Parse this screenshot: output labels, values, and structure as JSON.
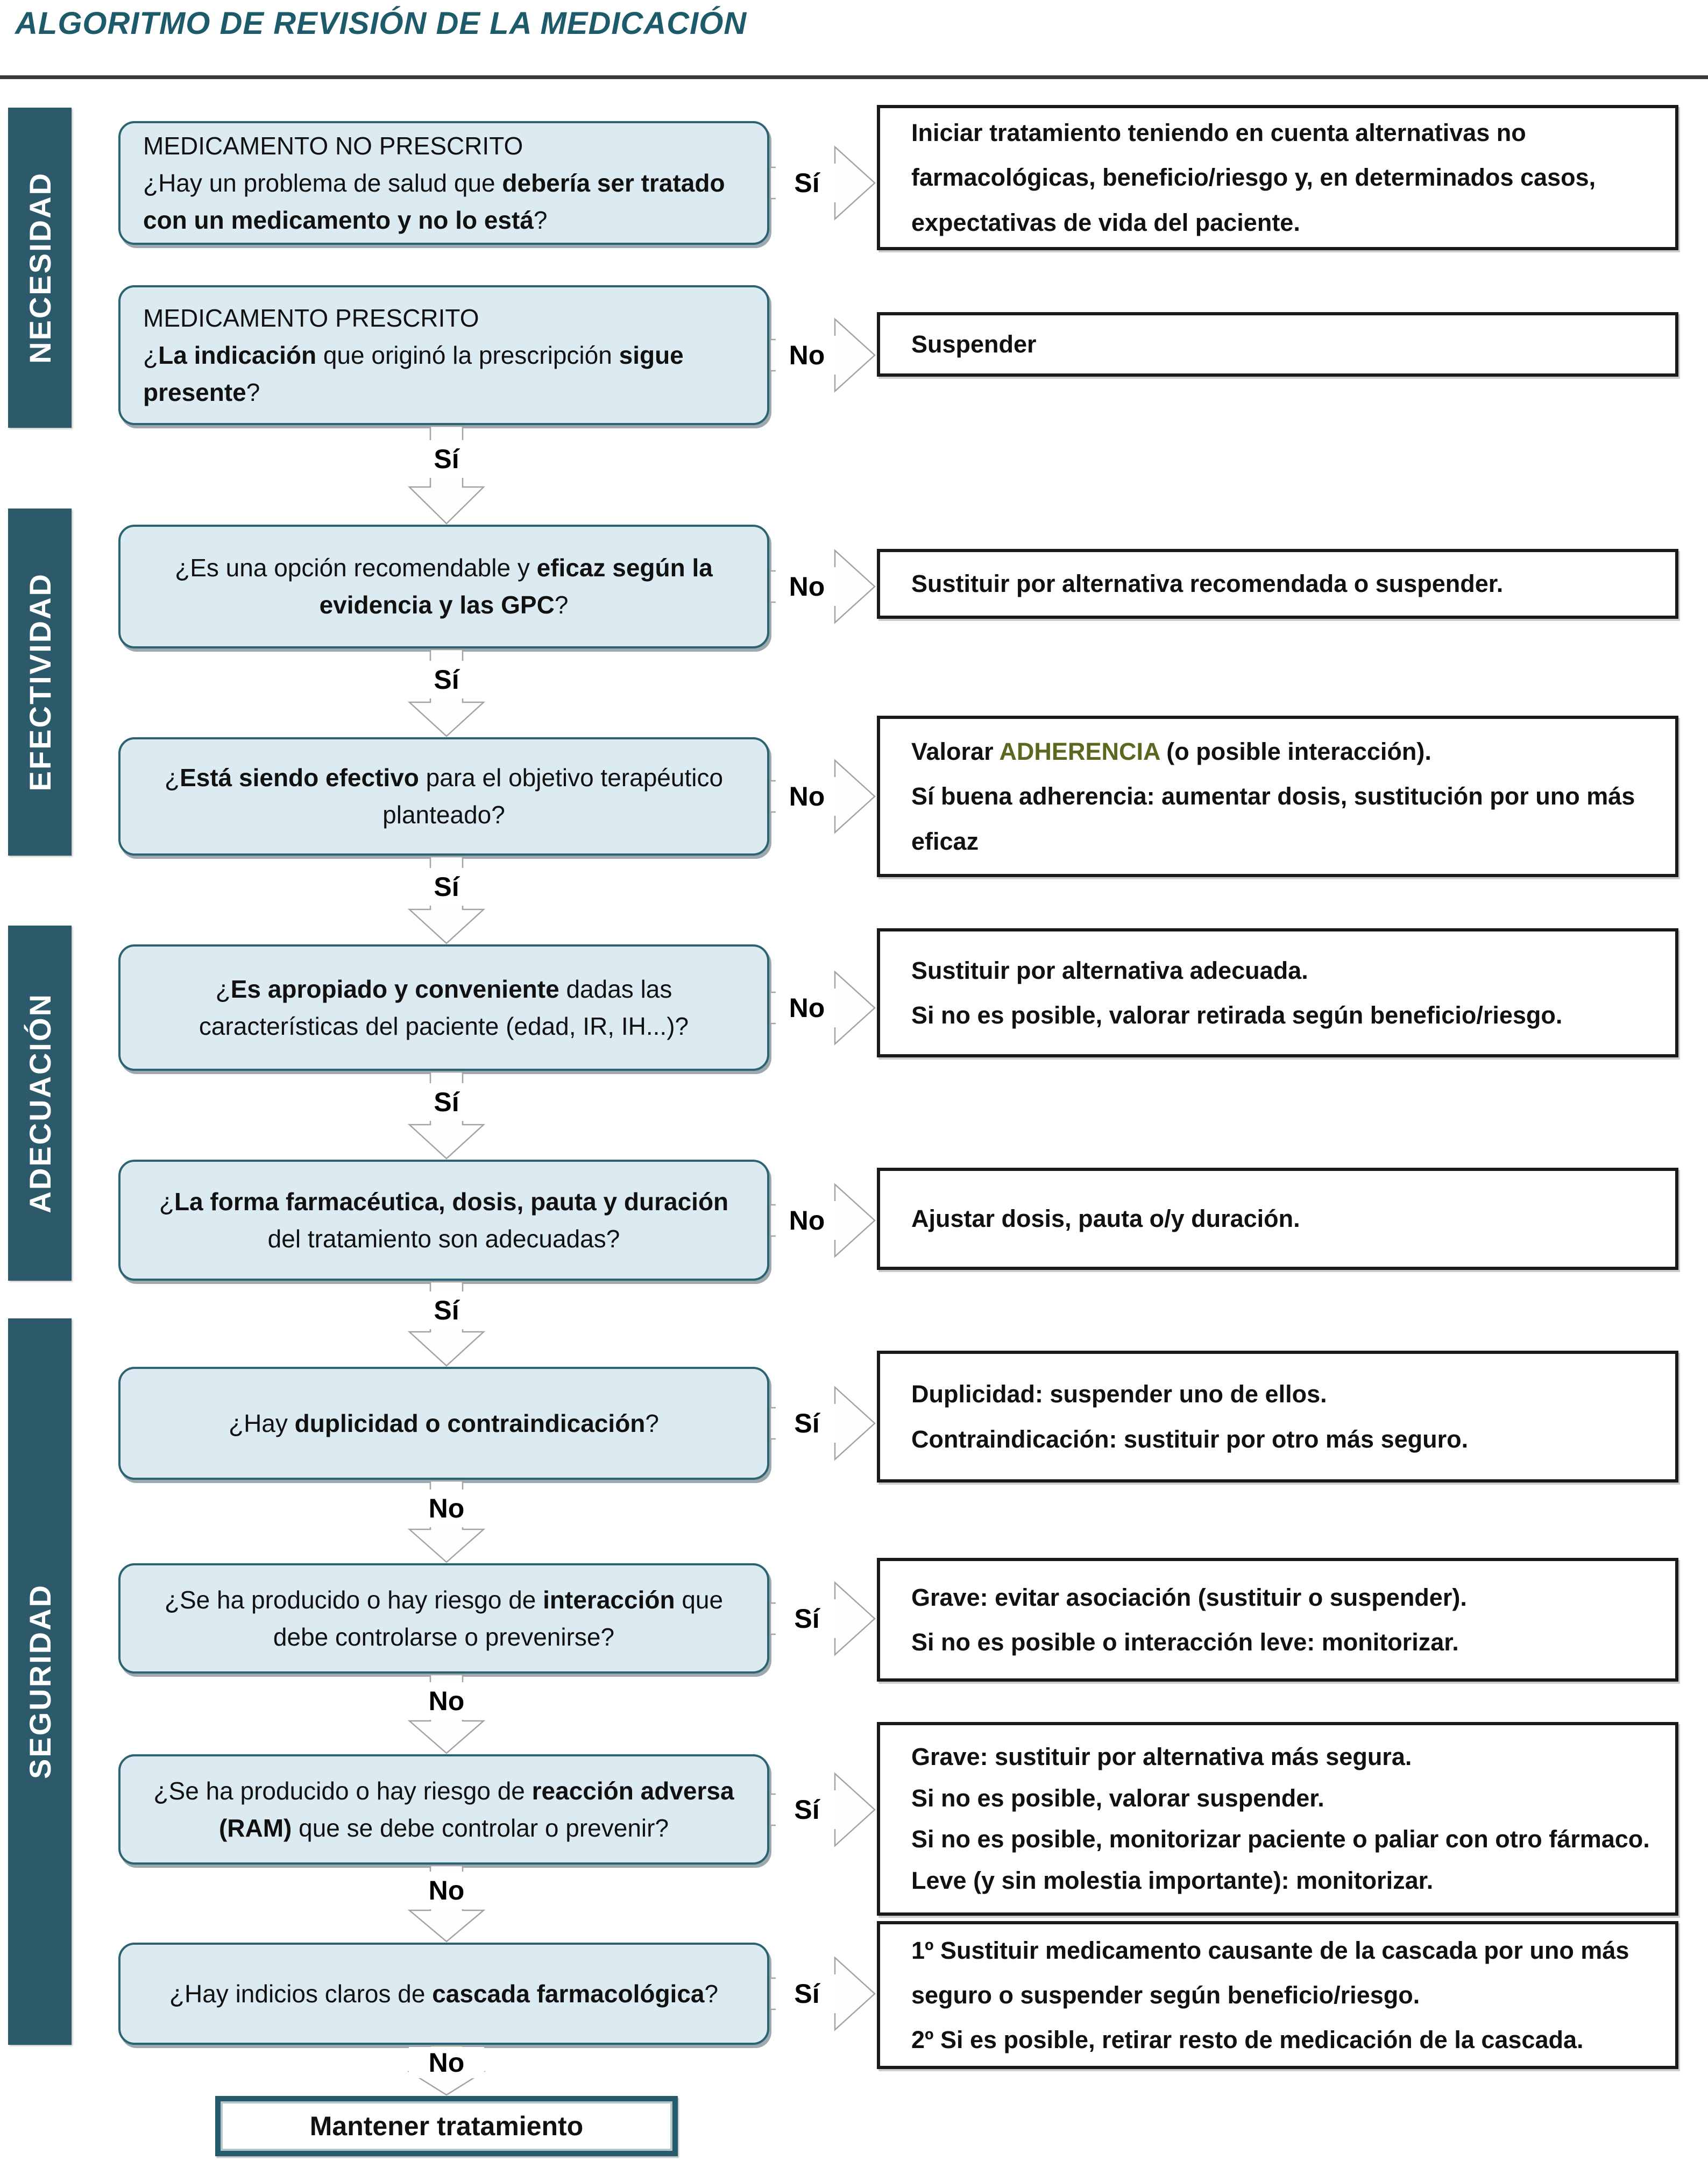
{
  "title": "ALGORITMO DE REVISIÓN DE LA MEDICACIÓN",
  "colors": {
    "teal_dark": "#2c5a6a",
    "question_fill": "#dcebf2",
    "question_border": "#2c6372",
    "answer_border": "#1a1a1a",
    "adherencia_green": "#5e661f",
    "title_teal": "#1d5a6a"
  },
  "sections": [
    {
      "label": "NECESIDAD"
    },
    {
      "label": "EFECTIVIDAD"
    },
    {
      "label": "ADECUACIÓN"
    },
    {
      "label": "SEGURIDAD"
    }
  ],
  "rows": [
    {
      "question": {
        "title": "MEDICAMENTO NO PRESCRITO",
        "parts": [
          {
            "t": "¿Hay un problema de salud que ",
            "b": false
          },
          {
            "t": "debería ser tratado con un medicamento y no lo está",
            "b": true
          },
          {
            "t": "?",
            "b": false
          }
        ]
      },
      "right_label": "Sí",
      "answer": {
        "lines": [
          [
            {
              "t": "Iniciar tratamiento teniendo en cuenta alternativas no farmacológicas, beneficio/riesgo y, en determinados casos, expectativas de vida del paciente.",
              "b": false
            }
          ]
        ]
      },
      "down_label": null
    },
    {
      "question": {
        "title": "MEDICAMENTO PRESCRITO",
        "parts": [
          {
            "t": "¿",
            "b": false
          },
          {
            "t": "La indicación",
            "b": true
          },
          {
            "t": " que originó la prescripción ",
            "b": false
          },
          {
            "t": "sigue presente",
            "b": true
          },
          {
            "t": "?",
            "b": false
          }
        ]
      },
      "right_label": "No",
      "answer": {
        "lines": [
          [
            {
              "t": "Suspender",
              "b": false
            }
          ]
        ]
      },
      "down_label": "Sí"
    },
    {
      "question": {
        "title": null,
        "parts": [
          {
            "t": "¿Es una opción recomendable y ",
            "b": false
          },
          {
            "t": "eficaz según la evidencia y las GPC",
            "b": true
          },
          {
            "t": "?",
            "b": false
          }
        ]
      },
      "right_label": "No",
      "answer": {
        "lines": [
          [
            {
              "t": "Sustituir por alternativa recomendada o suspender.",
              "b": false
            }
          ]
        ]
      },
      "down_label": "Sí"
    },
    {
      "question": {
        "title": null,
        "parts": [
          {
            "t": "¿",
            "b": false
          },
          {
            "t": "Está siendo efectivo",
            "b": true
          },
          {
            "t": " para el objetivo terapéutico planteado?",
            "b": false
          }
        ]
      },
      "right_label": "No",
      "answer": {
        "lines": [
          [
            {
              "t": "Valorar ",
              "b": false
            },
            {
              "t": "ADHERENCIA",
              "b": true,
              "c": "#5e661f"
            },
            {
              "t": " (o posible interacción).",
              "b": false
            }
          ],
          [
            {
              "t": "Sí buena adherencia: aumentar dosis, sustitución por uno más eficaz",
              "b": false
            }
          ]
        ]
      },
      "down_label": "Sí"
    },
    {
      "question": {
        "title": null,
        "parts": [
          {
            "t": "¿",
            "b": false
          },
          {
            "t": "Es apropiado y conveniente",
            "b": true
          },
          {
            "t": " dadas las características del paciente (edad, IR, IH...)?",
            "b": false
          }
        ]
      },
      "right_label": "No",
      "answer": {
        "lines": [
          [
            {
              "t": "Sustituir por alternativa adecuada.",
              "b": false
            }
          ],
          [
            {
              "t": "Si no es posible, valorar retirada según beneficio/riesgo.",
              "b": false
            }
          ]
        ]
      },
      "down_label": "Sí"
    },
    {
      "question": {
        "title": null,
        "parts": [
          {
            "t": "¿",
            "b": false
          },
          {
            "t": "La forma farmacéutica, dosis, pauta y duración",
            "b": true
          },
          {
            "t": " del tratamiento son adecuadas?",
            "b": false
          }
        ]
      },
      "right_label": "No",
      "answer": {
        "lines": [
          [
            {
              "t": "Ajustar dosis, pauta o/y duración.",
              "b": false
            }
          ]
        ]
      },
      "down_label": "Sí"
    },
    {
      "question": {
        "title": null,
        "parts": [
          {
            "t": "¿Hay ",
            "b": false
          },
          {
            "t": "duplicidad o contraindicación",
            "b": true
          },
          {
            "t": "?",
            "b": false
          }
        ]
      },
      "right_label": "Sí",
      "answer": {
        "lines": [
          [
            {
              "t": "Duplicidad: suspender uno de ellos.",
              "b": false
            }
          ],
          [
            {
              "t": "Contraindicación: sustituir por otro más seguro.",
              "b": false
            }
          ]
        ]
      },
      "down_label": "No"
    },
    {
      "question": {
        "title": null,
        "parts": [
          {
            "t": "¿Se ha producido o hay riesgo de ",
            "b": false
          },
          {
            "t": "interacción",
            "b": true
          },
          {
            "t": " que debe controlarse o prevenirse?",
            "b": false
          }
        ]
      },
      "right_label": "Sí",
      "answer": {
        "lines": [
          [
            {
              "t": "Grave: evitar asociación (sustituir o suspender).",
              "b": false
            }
          ],
          [
            {
              "t": "Si no es posible o interacción leve: monitorizar.",
              "b": false
            }
          ]
        ]
      },
      "down_label": "No"
    },
    {
      "question": {
        "title": null,
        "parts": [
          {
            "t": "¿Se ha producido o hay riesgo de ",
            "b": false
          },
          {
            "t": "reacción adversa (RAM)",
            "b": true
          },
          {
            "t": " que se debe controlar o prevenir?",
            "b": false
          }
        ]
      },
      "right_label": "Sí",
      "answer": {
        "lines": [
          [
            {
              "t": "Grave: sustituir por alternativa más segura.",
              "b": false
            }
          ],
          [
            {
              "t": "Si no es posible, valorar suspender.",
              "b": false
            }
          ],
          [
            {
              "t": "Si no es posible, monitorizar paciente o paliar con otro fármaco.",
              "b": false
            }
          ],
          [
            {
              "t": "Leve (y sin molestia importante): monitorizar.",
              "b": false
            }
          ]
        ]
      },
      "down_label": "No"
    },
    {
      "question": {
        "title": null,
        "parts": [
          {
            "t": "¿Hay indicios claros de ",
            "b": false
          },
          {
            "t": "cascada farmacológica",
            "b": true
          },
          {
            "t": "?",
            "b": false
          }
        ]
      },
      "right_label": "Sí",
      "answer": {
        "lines": [
          [
            {
              "t": "1º Sustituir medicamento causante de la cascada por uno más seguro o suspender según beneficio/riesgo.",
              "b": false
            }
          ],
          [
            {
              "t": "2º Si es posible, retirar resto de medicación de la cascada.",
              "b": false
            }
          ]
        ]
      },
      "down_label": "No"
    }
  ],
  "final_box": {
    "label": "Mantener tratamiento"
  }
}
